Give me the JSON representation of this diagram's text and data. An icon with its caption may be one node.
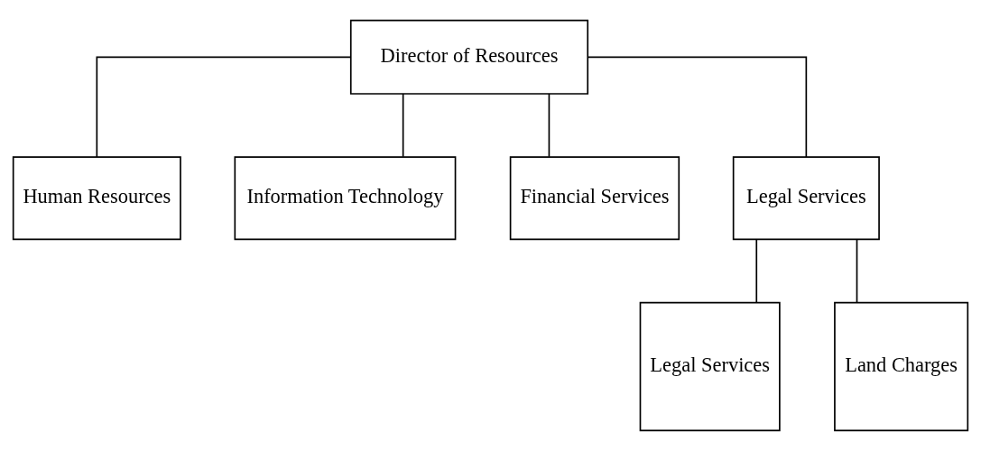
{
  "diagram": {
    "nodes": [
      {
        "text": [
          "Director of Resources"
        ]
      },
      {
        "text": [
          "Human Resources"
        ]
      },
      {
        "text": [
          "Information Technology"
        ]
      },
      {
        "text": [
          "Financial Services"
        ]
      },
      {
        "text": [
          "Legal Services"
        ]
      },
      {
        "text": [
          "Legal Services"
        ]
      },
      {
        "text": [
          "Land Charges"
        ]
      }
    ],
    "edges": [
      {
        "from": 0,
        "to": 1,
        "arrow": "none"
      },
      {
        "from": 0,
        "to": 2,
        "arrow": "none"
      },
      {
        "from": 0,
        "to": 3,
        "arrow": "none"
      },
      {
        "from": 0,
        "to": 4,
        "arrow": "none"
      },
      {
        "from": 4,
        "to": 5,
        "arrow": "none"
      },
      {
        "from": 4,
        "to": 6,
        "arrow": "none"
      }
    ]
  }
}
